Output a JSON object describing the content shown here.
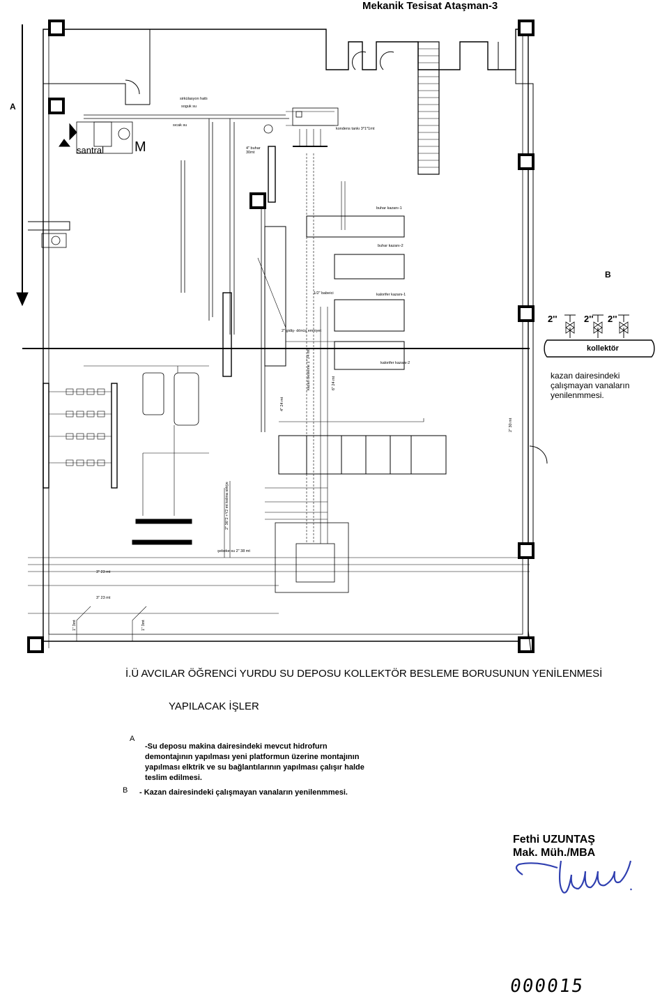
{
  "header": "Mekanik Tesisat Ataşman-3",
  "title": "İ.Ü AVCILAR ÖĞRENCİ  YURDU  SU DEPOSU KOLLEKTÖR BESLEME BORUSUNUN YENİLENMESİ",
  "subtitle": "YAPILACAK İŞLER",
  "tasks": {
    "a_label": "A",
    "a_text": "-Su deposu makina dairesindeki mevcut hidrofurn demontajının yapılması yeni platformun üzerine montajının yapılması elktrik ve su bağlantılarının yapılması çalışır halde teslim edilmesi.",
    "b_label": "B",
    "b_text": "- Kazan dairesindeki çalışmayan vanaların yenilenmmesi."
  },
  "signature": {
    "name": "Fethi UZUNTAŞ",
    "title": "Mak. Müh./MBA",
    "page_stamp": "000015"
  },
  "drawing": {
    "marker_a": "A",
    "marker_b": "B",
    "sentral": "santral",
    "motor": "M",
    "collector": "kollektör",
    "collector_sizes": [
      "2''",
      "2''",
      "2''"
    ],
    "note": "kazan dairesindeki çalışmayan vanaların yenilenmmesi.",
    "labels": {
      "sirkulasyon": "sirkülasyon hattı",
      "soguk_su": "soguk su",
      "sicak_su": "sıcak su",
      "buhar": "4\" buhar 30mt",
      "kondens": "kondens tankı 3*1*1mt",
      "buhar_kazani_1": "buhar kazanı-1",
      "buhar_kazani_2": "buhar kazanı-2",
      "bab_ici": "1/2\" babeici",
      "kalorifer_1": "kalorifer kazanı-1",
      "kalorifer_2": "kalorifer kazanı-2",
      "gidis_donus": "2\" gidiş- dönüş emniyet",
      "pipe_4_24": "4\" 24 mt",
      "pipe_kazan": "kazan besleme 1\" 24 mt",
      "pipe_6_24": "6\" 24 mt",
      "pipe_2_30": "2\" 30 mt",
      "pipe_vertical": "2\" 36\"2 +Y2 mt kolma sirkÿe",
      "sebeke": "şebeke su 2\" 38 mt",
      "pipe_3_23a": "3\" 23 mt",
      "pipe_3_23b": "3\" 23 mt",
      "pipe_1_3a": "1\" 3mt",
      "pipe_1_3b": "1\" 3mt"
    }
  }
}
